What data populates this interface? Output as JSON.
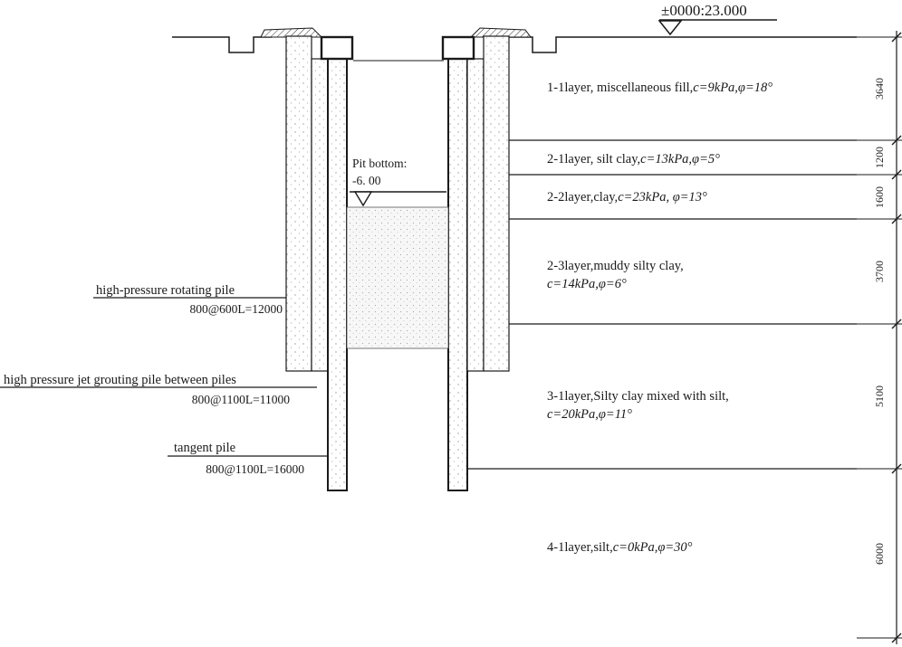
{
  "elevation": {
    "text": "±0000:23.000"
  },
  "pit_bottom": {
    "label": "Pit bottom:",
    "value": "-6. 00"
  },
  "layers": [
    {
      "name": "1-1layer, miscellaneous fill,",
      "params": "c=9kPa,φ=18°",
      "thickness": "3640"
    },
    {
      "name": "2-1layer, silt clay,",
      "params": "c=13kPa,φ=5°",
      "thickness": "1200"
    },
    {
      "name": "2-2layer,clay,",
      "params": "c=23kPa, φ=13°",
      "thickness": "1600"
    },
    {
      "name": "2-3layer,muddy silty clay,",
      "params": "c=14kPa,φ=6°",
      "thickness": "3700"
    },
    {
      "name": "3-1layer,Silty clay mixed with silt,",
      "params": "c=20kPa,φ=11°",
      "thickness": "5100"
    },
    {
      "name": "4-1layer,silt,",
      "params": "c=0kPa,φ=30°",
      "thickness": "6000"
    }
  ],
  "piles": {
    "rotating": {
      "title": "high-pressure rotating pile",
      "spec": "800@600L=12000"
    },
    "jet": {
      "title": "high pressure jet grouting pile between piles",
      "spec": "800@1100L=11000"
    },
    "tangent": {
      "title": "tangent pile",
      "spec": "800@1100L=16000"
    }
  }
}
